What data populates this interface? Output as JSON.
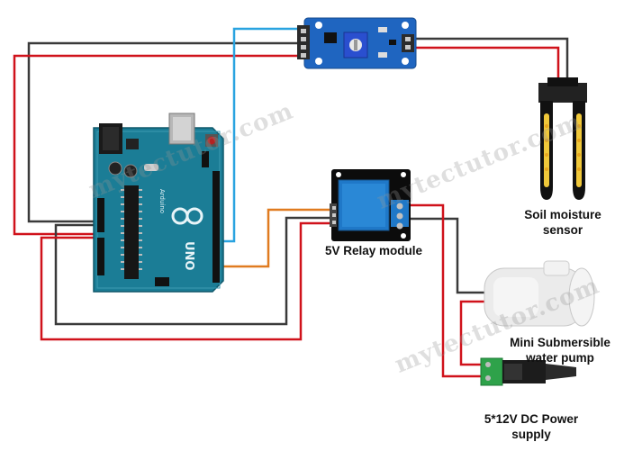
{
  "labels": {
    "relay": "5V Relay module",
    "soil_line1": "Soil moisture",
    "soil_line2": "sensor",
    "pump_line1": "Mini Submersible",
    "pump_line2": "water pump",
    "power_line1": "5*12V DC Power",
    "power_line2": "supply"
  },
  "watermark": "mytectutor.com",
  "board_text": {
    "uno": "UNO",
    "arduino": "Arduino"
  },
  "colors": {
    "wire_red": "#d0121b",
    "wire_black": "#3a3a3a",
    "wire_blue": "#29a3e0",
    "wire_orange": "#e07b20",
    "board": "#1b7d96",
    "relay_blue": "#1f78c8",
    "terminal_green": "#2ea24a"
  }
}
